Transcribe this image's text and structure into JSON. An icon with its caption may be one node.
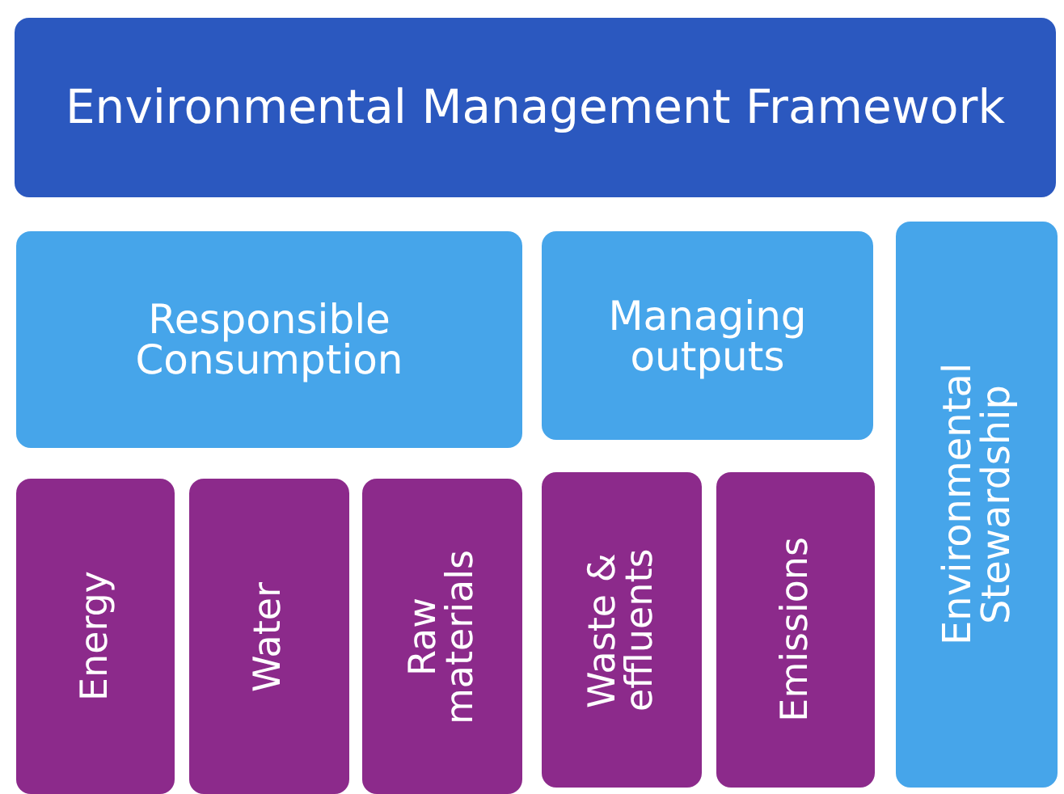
{
  "diagram": {
    "nodes": [
      {
        "text": [
          "Environmental Management Framework"
        ]
      },
      {
        "text": [
          "Responsible Consumption"
        ]
      },
      {
        "text": [
          "Managing outputs"
        ]
      },
      {
        "text": [
          "Environmental Stewardship"
        ]
      },
      {
        "text": [
          "Energy"
        ]
      },
      {
        "text": [
          "Water"
        ]
      },
      {
        "text": [
          "Raw materials"
        ]
      },
      {
        "text": [
          "Waste & effluents"
        ]
      },
      {
        "text": [
          "Emissions"
        ]
      }
    ]
  }
}
